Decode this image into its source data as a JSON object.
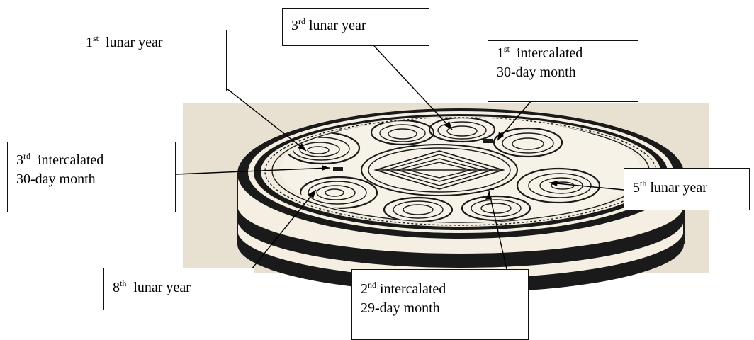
{
  "labels": {
    "first_lunar_year": {
      "num": "1",
      "sup": "st",
      "text": "  lunar year"
    },
    "third_lunar_year": {
      "num": "3",
      "sup": "rd",
      "text": " lunar year"
    },
    "first_intercalated": {
      "num": "1",
      "sup": "st",
      "text": "  intercalated",
      "line2": "30-day month"
    },
    "third_intercalated": {
      "num": "3",
      "sup": "rd",
      "text": "  intercalated",
      "line2": "30-day month"
    },
    "fifth_lunar_year": {
      "num": "5",
      "sup": "th",
      "text": " lunar year"
    },
    "eighth_lunar_year": {
      "num": "8",
      "sup": "th",
      "text": "  lunar year"
    },
    "second_intercalated": {
      "num": "2",
      "sup": "nd",
      "text": " intercalated",
      "line2": "29-day month"
    }
  },
  "colors": {
    "photo_paper": "#e8e1d2",
    "ink": "#1a1a1a",
    "lines": "#000000"
  }
}
